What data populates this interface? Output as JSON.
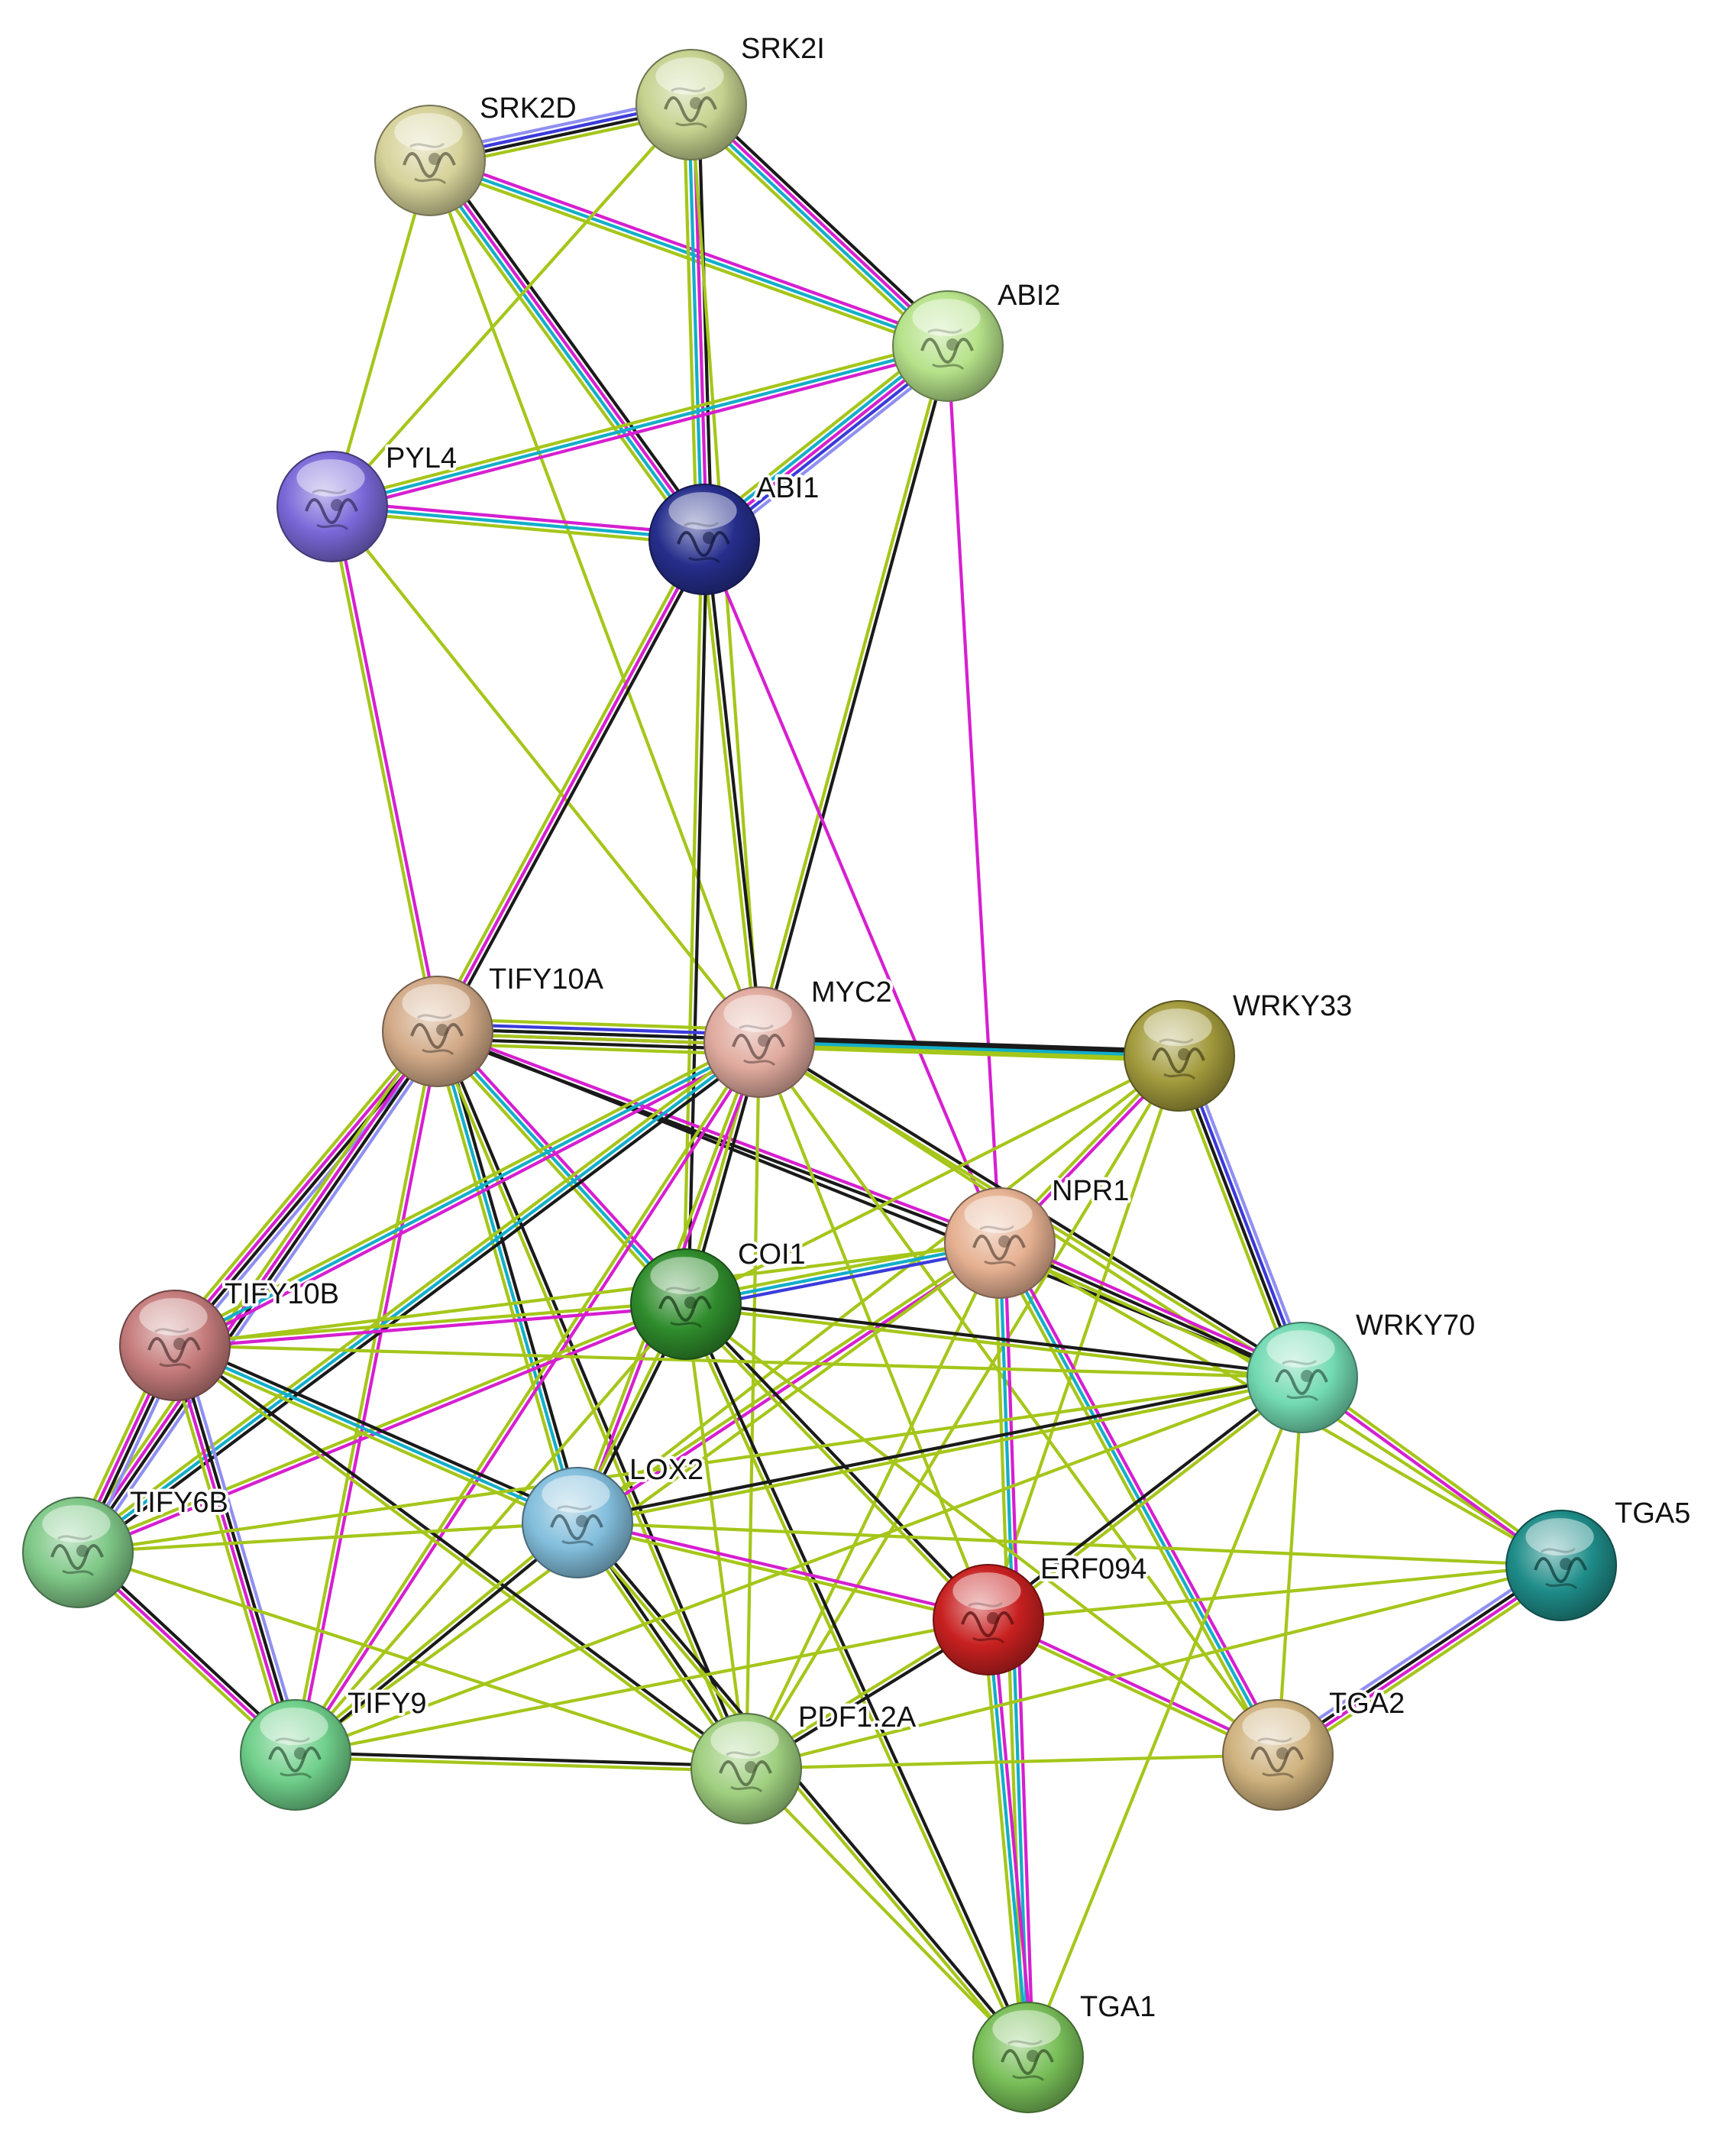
{
  "edge_colors": {
    "black": "#1a1a1a",
    "magenta": "#d61fd0",
    "cyan": "#12aec9",
    "yellowgreen": "#a5c61a",
    "blue": "#3b3bdb",
    "lavender": "#8f8ff2"
  },
  "nodes": [
    {
      "id": "SRK2I",
      "label": "SRK2I",
      "color": "#c5d28f",
      "icon": "protein-structure"
    },
    {
      "id": "SRK2D",
      "label": "SRK2D",
      "color": "#d6d29a",
      "icon": "protein-structure"
    },
    {
      "id": "ABI2",
      "label": "ABI2",
      "color": "#b6e28a",
      "icon": "protein-structure"
    },
    {
      "id": "PYL4",
      "label": "PYL4",
      "color": "#7a68d8",
      "icon": "protein-structure"
    },
    {
      "id": "ABI1",
      "label": "ABI1",
      "color": "#262e8c",
      "icon": "protein-structure"
    },
    {
      "id": "TIFY10A",
      "label": "TIFY10A",
      "color": "#d2aa88",
      "icon": "protein-structure"
    },
    {
      "id": "MYC2",
      "label": "MYC2",
      "color": "#e0aa9e",
      "icon": "protein-structure"
    },
    {
      "id": "WRKY33",
      "label": "WRKY33",
      "color": "#a29a3c",
      "icon": "protein-structure"
    },
    {
      "id": "NPR1",
      "label": "NPR1",
      "color": "#e6b192",
      "icon": "protein-structure"
    },
    {
      "id": "COI1",
      "label": "COI1",
      "color": "#2f8c2c",
      "icon": "protein-structure"
    },
    {
      "id": "TIFY10B",
      "label": "TIFY10B",
      "color": "#c57b7b",
      "icon": "protein-structure"
    },
    {
      "id": "WRKY70",
      "label": "WRKY70",
      "color": "#72dab2",
      "icon": "protein-structure"
    },
    {
      "id": "TIFY6B",
      "label": "TIFY6B",
      "color": "#7fc887",
      "icon": "protein-structure"
    },
    {
      "id": "LOX2",
      "label": "LOX2",
      "color": "#82bedc",
      "icon": "protein-structure"
    },
    {
      "id": "TGA5",
      "label": "TGA5",
      "color": "#1e8c88",
      "icon": "protein-structure"
    },
    {
      "id": "ERF094",
      "label": "ERF094",
      "color": "#c82020",
      "icon": "protein-structure"
    },
    {
      "id": "TGA2",
      "label": "TGA2",
      "color": "#cfb27e",
      "icon": "protein-structure"
    },
    {
      "id": "TIFY9",
      "label": "TIFY9",
      "color": "#6fcf8a",
      "icon": "protein-structure"
    },
    {
      "id": "PDF1.2A",
      "label": "PDF1.2A",
      "color": "#9fcf7f",
      "icon": "protein-structure"
    },
    {
      "id": "TGA1",
      "label": "TGA1",
      "color": "#78be58",
      "icon": "protein-structure"
    }
  ],
  "edges": [
    {
      "source": "SRK2D",
      "target": "SRK2I",
      "types": [
        "lavender",
        "blue",
        "black",
        "yellowgreen"
      ]
    },
    {
      "source": "SRK2D",
      "target": "ABI1",
      "types": [
        "black",
        "magenta",
        "cyan",
        "yellowgreen"
      ]
    },
    {
      "source": "SRK2D",
      "target": "ABI2",
      "types": [
        "magenta",
        "cyan",
        "yellowgreen"
      ]
    },
    {
      "source": "SRK2D",
      "target": "PYL4",
      "types": [
        "yellowgreen"
      ]
    },
    {
      "source": "SRK2D",
      "target": "MYC2",
      "types": [
        "yellowgreen"
      ]
    },
    {
      "source": "SRK2I",
      "target": "ABI1",
      "types": [
        "black",
        "magenta",
        "cyan",
        "yellowgreen"
      ]
    },
    {
      "source": "SRK2I",
      "target": "ABI2",
      "types": [
        "black",
        "magenta",
        "cyan",
        "yellowgreen"
      ]
    },
    {
      "source": "SRK2I",
      "target": "PYL4",
      "types": [
        "yellowgreen"
      ]
    },
    {
      "source": "SRK2I",
      "target": "MYC2",
      "types": [
        "yellowgreen"
      ]
    },
    {
      "source": "ABI2",
      "target": "PYL4",
      "types": [
        "magenta",
        "cyan",
        "yellowgreen"
      ]
    },
    {
      "source": "ABI2",
      "target": "ABI1",
      "types": [
        "lavender",
        "blue",
        "magenta",
        "cyan",
        "yellowgreen"
      ]
    },
    {
      "source": "ABI2",
      "target": "MYC2",
      "types": [
        "black",
        "yellowgreen"
      ]
    },
    {
      "source": "ABI2",
      "target": "NPR1",
      "types": [
        "magenta"
      ]
    },
    {
      "source": "PYL4",
      "target": "ABI1",
      "types": [
        "magenta",
        "cyan",
        "yellowgreen"
      ]
    },
    {
      "source": "PYL4",
      "target": "TIFY10A",
      "types": [
        "magenta",
        "yellowgreen"
      ]
    },
    {
      "source": "PYL4",
      "target": "MYC2",
      "types": [
        "yellowgreen"
      ]
    },
    {
      "source": "ABI1",
      "target": "TIFY10A",
      "types": [
        "black",
        "magenta",
        "yellowgreen"
      ]
    },
    {
      "source": "ABI1",
      "target": "MYC2",
      "types": [
        "black",
        "yellowgreen"
      ]
    },
    {
      "source": "ABI1",
      "target": "COI1",
      "types": [
        "black",
        "yellowgreen"
      ]
    },
    {
      "source": "ABI1",
      "target": "NPR1",
      "types": [
        "magenta"
      ]
    },
    {
      "source": "TIFY10A",
      "target": "MYC2",
      "types": [
        "yellowgreen",
        "blue",
        "cyan",
        "magenta",
        "black",
        "yellowgreen"
      ]
    },
    {
      "source": "TIFY10A",
      "target": "WRKY33",
      "types": [
        "black",
        "yellowgreen"
      ]
    },
    {
      "source": "TIFY10A",
      "target": "NPR1",
      "types": [
        "magenta",
        "black"
      ]
    },
    {
      "source": "TIFY10A",
      "target": "COI1",
      "types": [
        "magenta",
        "cyan",
        "yellowgreen"
      ]
    },
    {
      "source": "TIFY10A",
      "target": "TIFY10B",
      "types": [
        "lavender",
        "black",
        "magenta",
        "yellowgreen"
      ]
    },
    {
      "source": "TIFY10A",
      "target": "TIFY6B",
      "types": [
        "lavender",
        "black",
        "magenta",
        "yellowgreen"
      ]
    },
    {
      "source": "TIFY10A",
      "target": "TIFY9",
      "types": [
        "magenta",
        "yellowgreen"
      ]
    },
    {
      "source": "TIFY10A",
      "target": "LOX2",
      "types": [
        "black",
        "cyan",
        "yellowgreen"
      ]
    },
    {
      "source": "TIFY10A",
      "target": "PDF1.2A",
      "types": [
        "black",
        "yellowgreen"
      ]
    },
    {
      "source": "TIFY10A",
      "target": "WRKY70",
      "types": [
        "black"
      ]
    },
    {
      "source": "MYC2",
      "target": "WRKY33",
      "types": [
        "black",
        "cyan",
        "yellowgreen"
      ]
    },
    {
      "source": "MYC2",
      "target": "COI1",
      "types": [
        "black",
        "yellowgreen"
      ]
    },
    {
      "source": "MYC2",
      "target": "TIFY10B",
      "types": [
        "magenta",
        "cyan",
        "yellowgreen"
      ]
    },
    {
      "source": "MYC2",
      "target": "TIFY6B",
      "types": [
        "black",
        "cyan",
        "yellowgreen"
      ]
    },
    {
      "source": "MYC2",
      "target": "TIFY9",
      "types": [
        "magenta",
        "yellowgreen"
      ]
    },
    {
      "source": "MYC2",
      "target": "LOX2",
      "types": [
        "magenta",
        "yellowgreen"
      ]
    },
    {
      "source": "MYC2",
      "target": "ERF094",
      "types": [
        "yellowgreen"
      ]
    },
    {
      "source": "MYC2",
      "target": "PDF1.2A",
      "types": [
        "yellowgreen"
      ]
    },
    {
      "source": "MYC2",
      "target": "WRKY70",
      "types": [
        "black",
        "yellowgreen"
      ]
    },
    {
      "source": "MYC2",
      "target": "TGA2",
      "types": [
        "yellowgreen"
      ]
    },
    {
      "source": "MYC2",
      "target": "TGA5",
      "types": [
        "yellowgreen"
      ]
    },
    {
      "source": "WRKY33",
      "target": "WRKY70",
      "types": [
        "lavender",
        "blue",
        "black",
        "yellowgreen"
      ]
    },
    {
      "source": "WRKY33",
      "target": "NPR1",
      "types": [
        "magenta",
        "yellowgreen"
      ]
    },
    {
      "source": "WRKY33",
      "target": "COI1",
      "types": [
        "yellowgreen"
      ]
    },
    {
      "source": "WRKY33",
      "target": "ERF094",
      "types": [
        "yellowgreen"
      ]
    },
    {
      "source": "WRKY33",
      "target": "LOX2",
      "types": [
        "yellowgreen"
      ]
    },
    {
      "source": "WRKY33",
      "target": "PDF1.2A",
      "types": [
        "yellowgreen"
      ]
    },
    {
      "source": "NPR1",
      "target": "COI1",
      "types": [
        "blue",
        "cyan",
        "yellowgreen"
      ]
    },
    {
      "source": "NPR1",
      "target": "WRKY70",
      "types": [
        "magenta",
        "black",
        "yellowgreen"
      ]
    },
    {
      "source": "NPR1",
      "target": "TGA1",
      "types": [
        "magenta",
        "cyan",
        "yellowgreen"
      ]
    },
    {
      "source": "NPR1",
      "target": "TGA2",
      "types": [
        "magenta",
        "cyan",
        "yellowgreen"
      ]
    },
    {
      "source": "NPR1",
      "target": "TGA5",
      "types": [
        "yellowgreen"
      ]
    },
    {
      "source": "NPR1",
      "target": "LOX2",
      "types": [
        "magenta",
        "yellowgreen"
      ]
    },
    {
      "source": "NPR1",
      "target": "PDF1.2A",
      "types": [
        "yellowgreen"
      ]
    },
    {
      "source": "NPR1",
      "target": "TIFY10B",
      "types": [
        "yellowgreen"
      ]
    },
    {
      "source": "NPR1",
      "target": "TIFY9",
      "types": [
        "yellowgreen"
      ]
    },
    {
      "source": "COI1",
      "target": "TIFY10B",
      "types": [
        "magenta",
        "yellowgreen"
      ]
    },
    {
      "source": "COI1",
      "target": "TIFY6B",
      "types": [
        "magenta",
        "yellowgreen"
      ]
    },
    {
      "source": "COI1",
      "target": "TIFY9",
      "types": [
        "yellowgreen"
      ]
    },
    {
      "source": "COI1",
      "target": "LOX2",
      "types": [
        "black",
        "yellowgreen"
      ]
    },
    {
      "source": "COI1",
      "target": "ERF094",
      "types": [
        "black",
        "yellowgreen"
      ]
    },
    {
      "source": "COI1",
      "target": "PDF1.2A",
      "types": [
        "yellowgreen"
      ]
    },
    {
      "source": "COI1",
      "target": "WRKY70",
      "types": [
        "black",
        "yellowgreen"
      ]
    },
    {
      "source": "COI1",
      "target": "TGA1",
      "types": [
        "black",
        "yellowgreen"
      ]
    },
    {
      "source": "COI1",
      "target": "TGA2",
      "types": [
        "yellowgreen"
      ]
    },
    {
      "source": "TIFY10B",
      "target": "TIFY6B",
      "types": [
        "lavender",
        "black",
        "magenta",
        "yellowgreen"
      ]
    },
    {
      "source": "TIFY10B",
      "target": "TIFY9",
      "types": [
        "lavender",
        "black",
        "magenta",
        "yellowgreen"
      ]
    },
    {
      "source": "TIFY10B",
      "target": "LOX2",
      "types": [
        "black",
        "cyan",
        "yellowgreen"
      ]
    },
    {
      "source": "TIFY10B",
      "target": "PDF1.2A",
      "types": [
        "black",
        "yellowgreen"
      ]
    },
    {
      "source": "TIFY10B",
      "target": "WRKY70",
      "types": [
        "yellowgreen"
      ]
    },
    {
      "source": "TIFY6B",
      "target": "TIFY9",
      "types": [
        "black",
        "magenta",
        "yellowgreen"
      ]
    },
    {
      "source": "TIFY6B",
      "target": "LOX2",
      "types": [
        "yellowgreen"
      ]
    },
    {
      "source": "TIFY6B",
      "target": "PDF1.2A",
      "types": [
        "yellowgreen"
      ]
    },
    {
      "source": "TIFY6B",
      "target": "WRKY70",
      "types": [
        "yellowgreen"
      ]
    },
    {
      "source": "LOX2",
      "target": "TIFY9",
      "types": [
        "black",
        "yellowgreen"
      ]
    },
    {
      "source": "LOX2",
      "target": "PDF1.2A",
      "types": [
        "black",
        "yellowgreen"
      ]
    },
    {
      "source": "LOX2",
      "target": "ERF094",
      "types": [
        "magenta",
        "yellowgreen"
      ]
    },
    {
      "source": "LOX2",
      "target": "WRKY70",
      "types": [
        "black",
        "yellowgreen"
      ]
    },
    {
      "source": "LOX2",
      "target": "TGA5",
      "types": [
        "yellowgreen"
      ]
    },
    {
      "source": "LOX2",
      "target": "TGA1",
      "types": [
        "black",
        "yellowgreen"
      ]
    },
    {
      "source": "ERF094",
      "target": "PDF1.2A",
      "types": [
        "black",
        "yellowgreen"
      ]
    },
    {
      "source": "ERF094",
      "target": "WRKY70",
      "types": [
        "black",
        "yellowgreen"
      ]
    },
    {
      "source": "ERF094",
      "target": "TGA2",
      "types": [
        "magenta",
        "yellowgreen"
      ]
    },
    {
      "source": "ERF094",
      "target": "TGA5",
      "types": [
        "yellowgreen"
      ]
    },
    {
      "source": "ERF094",
      "target": "TGA1",
      "types": [
        "magenta",
        "cyan",
        "yellowgreen"
      ]
    },
    {
      "source": "ERF094",
      "target": "TIFY9",
      "types": [
        "yellowgreen"
      ]
    },
    {
      "source": "TGA2",
      "target": "TGA5",
      "types": [
        "lavender",
        "black",
        "magenta",
        "yellowgreen"
      ]
    },
    {
      "source": "TGA2",
      "target": "WRKY70",
      "types": [
        "yellowgreen"
      ]
    },
    {
      "source": "TGA2",
      "target": "PDF1.2A",
      "types": [
        "yellowgreen"
      ]
    },
    {
      "source": "TGA5",
      "target": "WRKY70",
      "types": [
        "magenta",
        "yellowgreen"
      ]
    },
    {
      "source": "TGA5",
      "target": "PDF1.2A",
      "types": [
        "yellowgreen"
      ]
    },
    {
      "source": "TGA1",
      "target": "WRKY70",
      "types": [
        "yellowgreen"
      ]
    },
    {
      "source": "TGA1",
      "target": "PDF1.2A",
      "types": [
        "yellowgreen"
      ]
    },
    {
      "source": "TIFY9",
      "target": "PDF1.2A",
      "types": [
        "black",
        "yellowgreen"
      ]
    },
    {
      "source": "TIFY9",
      "target": "WRKY70",
      "types": [
        "yellowgreen"
      ]
    }
  ]
}
